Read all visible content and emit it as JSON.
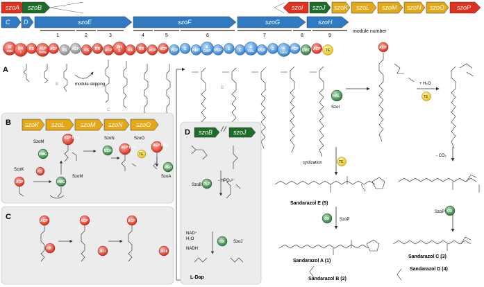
{
  "colors": {
    "red_gene": "#e0301e",
    "green_gene": "#1e6b2a",
    "blue_gene": "#2e7bc4",
    "gold_gene": "#e2a818",
    "pks_domain": "#e63a2c",
    "nrps_domain": "#3b8fd6",
    "hmg_domain": "#3f8a4a",
    "te_domain": "#f4d224",
    "ks_domain": "#8a8a8a",
    "panel_bg": "#ececec"
  },
  "top_left_genes": [
    "szoA",
    "szoB"
  ],
  "top_right_red_genes": [
    "szoI",
    "szoP"
  ],
  "top_right_green_genes": [
    "szoJ"
  ],
  "top_right_gold_genes": [
    "szoK",
    "szoL",
    "szoM",
    "szoN",
    "szoO"
  ],
  "blue_genes": [
    "C",
    "D",
    "szoE",
    "szoF",
    "szoG",
    "szoH"
  ],
  "modules": [
    "1",
    "2",
    "3",
    "4",
    "5",
    "6",
    "7",
    "8",
    "9"
  ],
  "module_label": "module number",
  "panel_labels": {
    "a": "A",
    "b": "B",
    "c": "C",
    "d": "D"
  },
  "annotations": {
    "module_skipping": "module skipping",
    "b_letter": "B",
    "c_letter": "C",
    "d_letter": "D",
    "szoI": "SzoI",
    "water": "+ H₂O",
    "co2": "- CO₂",
    "cyclization": "cyclization",
    "szoP_1": "SzoP",
    "szoP_2": "SzoP"
  },
  "assembly_line": [
    {
      "label": "AT mat",
      "kind": "pks"
    },
    {
      "label": "DH I",
      "kind": "pks"
    },
    {
      "label": "KS",
      "kind": "pks"
    },
    {
      "label": "ACP beta",
      "kind": "pks"
    },
    {
      "label": "ACP",
      "kind": "pks"
    },
    {
      "label": "KS",
      "kind": "ks"
    },
    {
      "label": "ACP",
      "kind": "ks"
    },
    {
      "label": "KS",
      "kind": "pks"
    },
    {
      "label": "KR",
      "kind": "pks"
    },
    {
      "label": "ACP",
      "kind": "pks"
    },
    {
      "label": "DH II",
      "kind": "pks"
    },
    {
      "label": "KS",
      "kind": "pks"
    },
    {
      "label": "KR",
      "kind": "pks"
    },
    {
      "label": "ACP",
      "kind": "pks"
    },
    {
      "label": "ACP",
      "kind": "pks"
    },
    {
      "label": "PCP",
      "kind": "nrps"
    },
    {
      "label": "C",
      "kind": "nrps"
    },
    {
      "label": "NMT",
      "kind": "nrps"
    },
    {
      "label": "A DAP",
      "kind": "nrps"
    },
    {
      "label": "PCP",
      "kind": "nrps"
    },
    {
      "label": "E",
      "kind": "nrps"
    },
    {
      "label": "C",
      "kind": "nrps"
    },
    {
      "label": "A VAL",
      "kind": "nrps"
    },
    {
      "label": "PCP",
      "kind": "nrps"
    },
    {
      "label": "C",
      "kind": "nrps"
    },
    {
      "label": "A LEU",
      "kind": "nrps"
    },
    {
      "label": "PCP",
      "kind": "nrps"
    },
    {
      "label": "CMT",
      "kind": "hmg"
    },
    {
      "label": "ACP",
      "kind": "pks"
    },
    {
      "label": "TE",
      "kind": "te"
    }
  ],
  "panel_b": {
    "genes": [
      "szoK",
      "szoL",
      "szoM",
      "szoN",
      "szoO"
    ],
    "enzymes": [
      "SzoM",
      "SzoN",
      "SzoO",
      "SzoK",
      "SzoM",
      "SzoA"
    ],
    "domains": [
      "ACP beta",
      "HMG",
      "ECH",
      "ACP beta",
      "TE",
      "ACP beta",
      "ACP",
      "KS",
      "HMG",
      "RED"
    ]
  },
  "panel_c": {
    "domains": [
      "ACP",
      "ACP",
      "ACP",
      "KR",
      "DH I",
      "DH II"
    ]
  },
  "panel_d": {
    "genes": [
      "szoB",
      "szoJ"
    ],
    "enzymes": [
      "SzoB",
      "SzoJ"
    ],
    "cofactors": [
      "PLP",
      "OX"
    ],
    "reagents": [
      "- HPO₄²⁻",
      "NAD⁺",
      "H₂O",
      "NADH"
    ],
    "product": "L-Dap"
  },
  "compounds": [
    "Sandarazol E (5)",
    "Sandarazol A (1)",
    "Sandarazol B (2)",
    "Sandarazol C (3)",
    "Sandarazol D (4)"
  ],
  "circle_labels": {
    "hal": "HAL",
    "te1": "TE",
    "te2": "TE",
    "acp_top": "ACP",
    "ox1": "OX",
    "ox2": "OX"
  }
}
